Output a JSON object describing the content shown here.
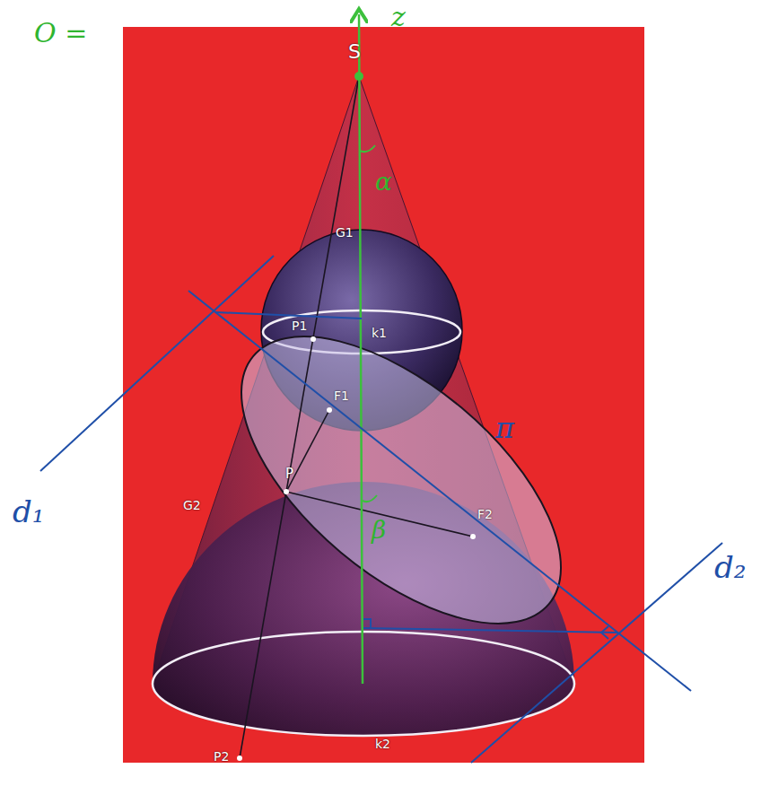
{
  "diagram": {
    "labels": [
      "O =",
      "z",
      "S",
      "α",
      "G1",
      "P1",
      "k1",
      "F1",
      "π",
      "β",
      "P",
      "G2",
      "F2",
      "d₁",
      "d₂",
      "P2",
      "k2"
    ]
  }
}
